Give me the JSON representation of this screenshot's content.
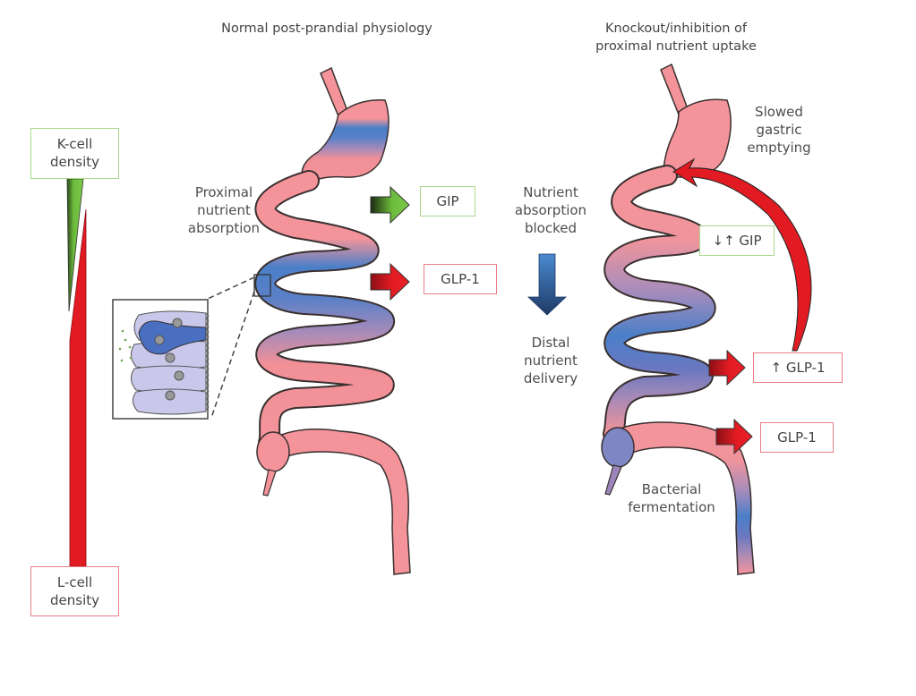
{
  "panels": {
    "normal": {
      "title": "Normal post-prandial physiology",
      "label_proximal": "Proximal\nnutrient\nabsorption",
      "hormones": [
        {
          "label": "GIP",
          "arrow_color": "#6cbb3c"
        },
        {
          "label": "GLP-1",
          "arrow_color": "#e21b23"
        }
      ]
    },
    "knockout": {
      "title": "Knockout/inhibition of\nproximal nutrient uptake",
      "label_slowed": "Slowed\ngastric\nemptying",
      "label_blocked": "Nutrient\nabsorption\nblocked",
      "label_distal": "Distal\nnutrient\ndelivery",
      "label_bacterial": "Bacterial\nfermentation",
      "hormones": [
        {
          "label": "↓↑ GIP"
        },
        {
          "label": "↑ GLP-1"
        },
        {
          "label": "GLP-1"
        }
      ]
    }
  },
  "density_scale": {
    "k_cell_label": "K-cell\ndensity",
    "l_cell_label": "L-cell\ndensity",
    "k_color": "#6cbb3c",
    "l_color": "#e21b23"
  },
  "colors": {
    "pink": "#f4949a",
    "blue": "#4a7fc8",
    "purple": "#9b85bb",
    "outline": "#3a3030",
    "green_border": "#a7d98a",
    "red_border": "#ea7d86"
  }
}
